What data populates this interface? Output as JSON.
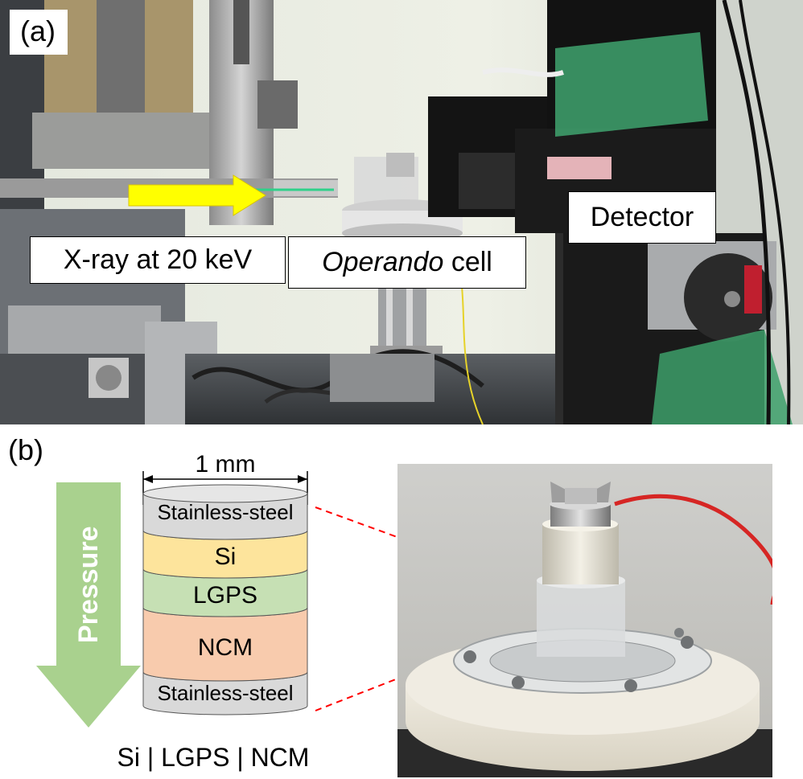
{
  "panel_a": {
    "tag": "(a)",
    "labels": {
      "xray": "X-ray at 20 keV",
      "operando_italic": "Operando",
      "operando_rest": " cell",
      "detector": "Detector"
    }
  },
  "panel_b": {
    "tag": "(b)",
    "width_label": "1 mm",
    "pressure_label": "Pressure",
    "layers": [
      {
        "name": "Stainless-steel",
        "color": "#d9d9d9"
      },
      {
        "name": "Si",
        "color": "#fde49c"
      },
      {
        "name": "LGPS",
        "color": "#c6e0b4"
      },
      {
        "name": "NCM",
        "color": "#f8cbad"
      },
      {
        "name": "Stainless-steel",
        "color": "#d9d9d9"
      }
    ],
    "caption": "Si | LGPS | NCM"
  },
  "colors": {
    "arrow_fill": "#a9d18e",
    "xray_arrow": "#ffff00",
    "dashed_line": "#ff0000"
  }
}
